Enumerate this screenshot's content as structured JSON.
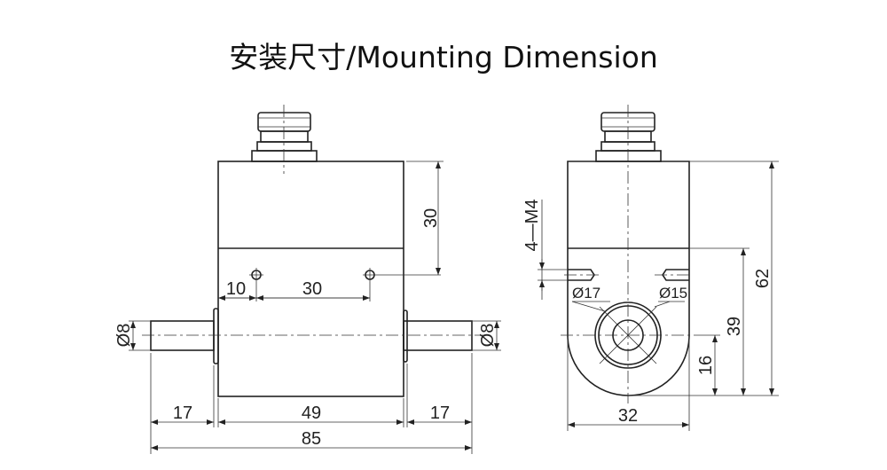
{
  "title": "安装尺寸/Mounting Dimension",
  "front_view": {
    "dim_height": "30",
    "dim_hole_offset": "10",
    "dim_hole_spacing": "30",
    "dim_shaft_left": "17",
    "dim_body_length": "49",
    "dim_shaft_right": "17",
    "dim_total_length": "85",
    "dim_shaft_dia_left": "Ø8",
    "dim_shaft_dia_right": "Ø8"
  },
  "side_view": {
    "thread_label": "4—M4",
    "dia_outer": "Ø17",
    "dia_inner": "Ø15",
    "dim_total_height": "62",
    "dim_split_height": "39",
    "dim_center_height": "16",
    "dim_width": "32"
  }
}
